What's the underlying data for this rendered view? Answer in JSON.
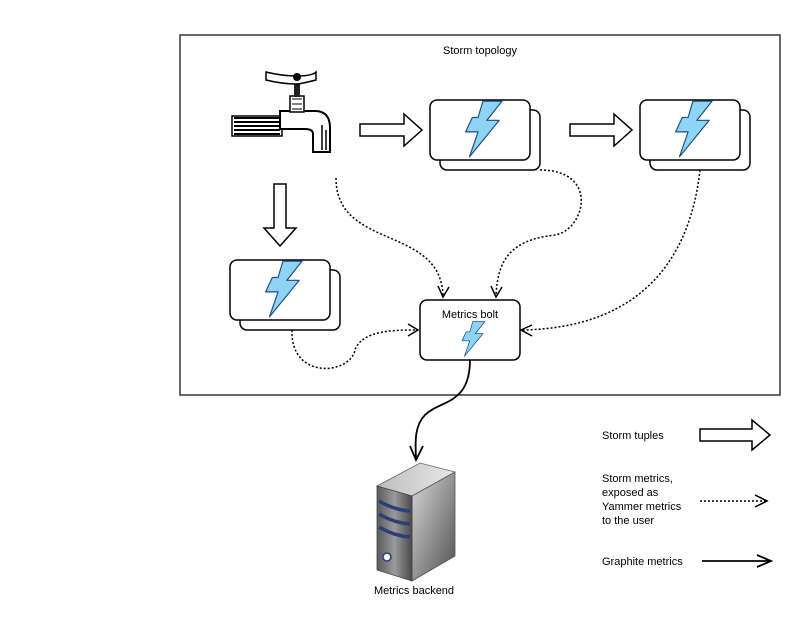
{
  "diagram": {
    "topology_title": "Storm topology",
    "metrics_bolt_label": "Metrics bolt",
    "backend_label": "Metrics backend",
    "legend": {
      "tuples": "Storm tuples",
      "storm_metrics_lines": [
        "Storm metrics,",
        "exposed as",
        "Yammer metrics",
        "to the user"
      ],
      "graphite": "Graphite metrics"
    },
    "colors": {
      "bolt_fill": "#8fd3f5",
      "bolt_stroke": "#1a4d80",
      "server_stripe": "#2a3f7a",
      "line": "#000000"
    },
    "icons": [
      "faucet-icon",
      "lightning-bolt-icon",
      "server-icon"
    ]
  }
}
